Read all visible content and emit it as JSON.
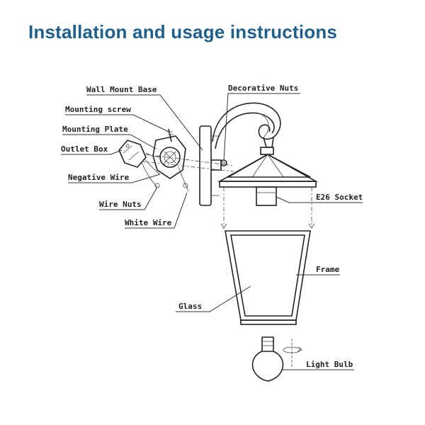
{
  "title": "Installation and usage instructions",
  "labels": {
    "wall_mount_base": "Wall Mount Base",
    "mounting_screw": "Mounting screw",
    "mounting_plate": "Mounting Plate",
    "outlet_box": "Outlet Box",
    "negative_wire": "Negative Wire",
    "wire_nuts": "Wire Nuts",
    "white_wire": "White Wire",
    "decorative_nuts": "Decorative Nuts",
    "e26_socket": "E26 Socket",
    "frame": "Frame",
    "glass": "Glass",
    "light_bulb": "Light Bulb"
  },
  "colors": {
    "title": "#1f5f8b",
    "line": "#222222"
  }
}
